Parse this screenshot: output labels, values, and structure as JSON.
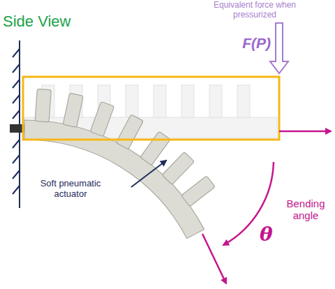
{
  "diagram": {
    "labels": [
      "Side View",
      "Equivalent force when pressurized",
      "F(P)",
      "Soft pneumatic actuator",
      "Bending angle",
      "θ"
    ]
  }
}
